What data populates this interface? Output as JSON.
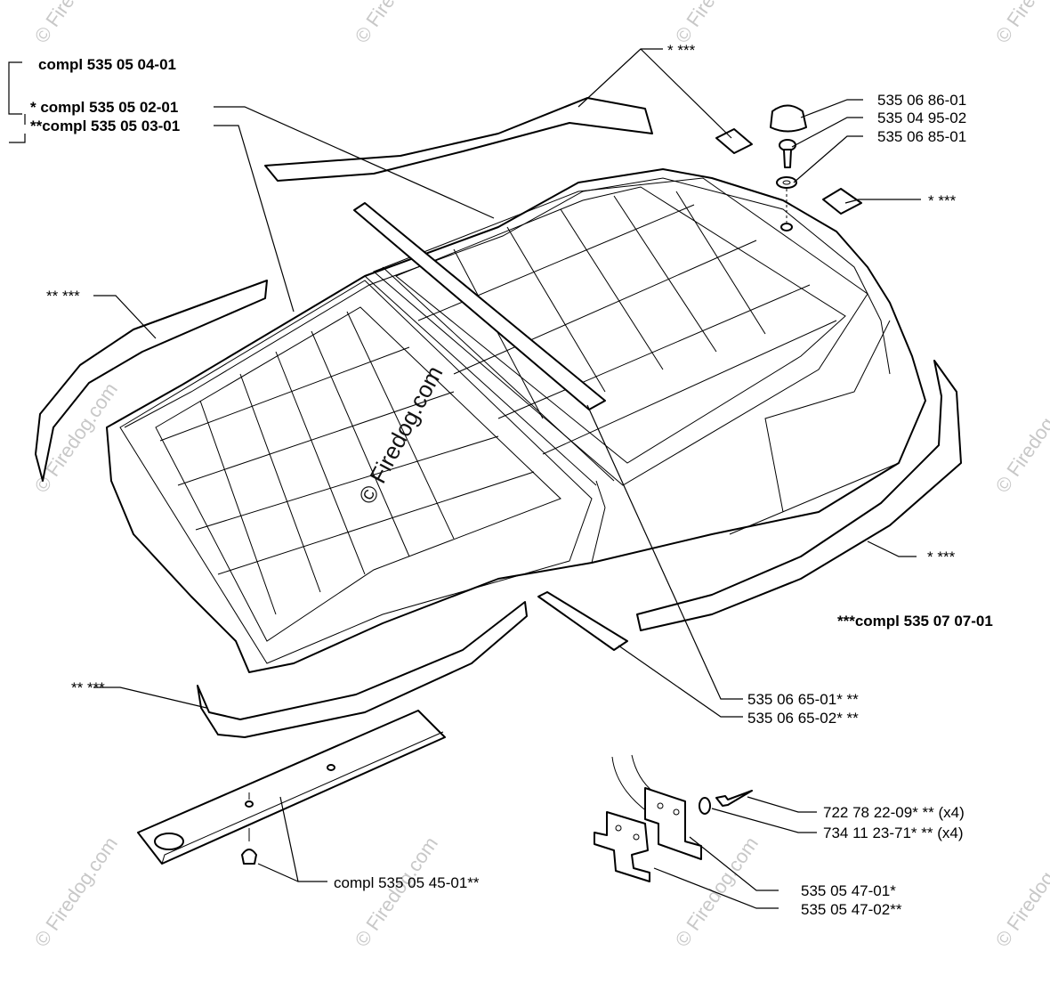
{
  "labels": {
    "compl_04": "compl 535 05 04-01",
    "compl_02": "* compl 535 05 02-01",
    "compl_03": "**compl 535 05 03-01",
    "ref_top_center": "* ***",
    "ref_top_right": "* ***",
    "ref_right_mid": "* ***",
    "ref_left_upper": "** ***",
    "ref_left_lower": "** ***",
    "compl_07": "***compl 535 07 07-01",
    "p_86": "535 06 86-01",
    "p_95": "535 04 95-02",
    "p_85": "535 06 85-01",
    "p_65_01": "535 06 65-01* **",
    "p_65_02": "535 06 65-02* **",
    "p_22": "722 78 22-09* ** (x4)",
    "p_23": "734 11 23-71* ** (x4)",
    "p_47_01": "535 05 47-01*",
    "p_47_02": "535 05 47-02**",
    "compl_45": "compl 535 05 45-01**"
  },
  "watermark": {
    "center": "© Firedog.com",
    "repeat": "© Firedog.com"
  }
}
